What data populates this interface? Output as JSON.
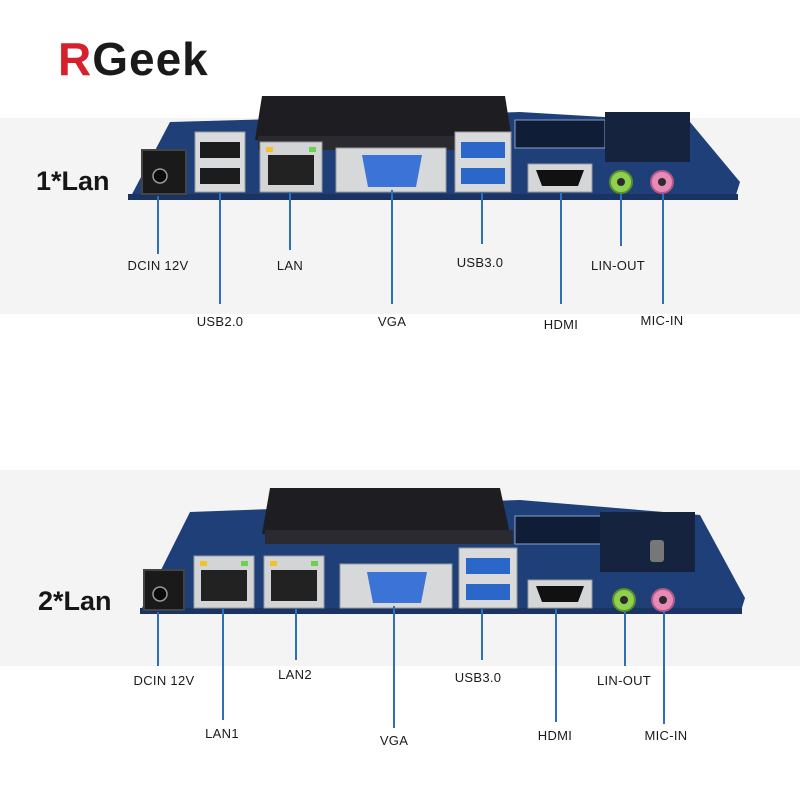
{
  "brand": {
    "logo_r": "R",
    "logo_rest": "Geek"
  },
  "panels": [
    {
      "variant_label": "1*Lan",
      "ports": [
        {
          "label": "DCIN 12V"
        },
        {
          "label": "USB2.0"
        },
        {
          "label": "LAN"
        },
        {
          "label": "VGA"
        },
        {
          "label": "USB3.0"
        },
        {
          "label": "HDMI"
        },
        {
          "label": "LIN-OUT"
        },
        {
          "label": "MIC-IN"
        }
      ]
    },
    {
      "variant_label": "2*Lan",
      "ports": [
        {
          "label": "DCIN 12V"
        },
        {
          "label": "LAN1"
        },
        {
          "label": "LAN2"
        },
        {
          "label": "VGA"
        },
        {
          "label": "USB3.0"
        },
        {
          "label": "HDMI"
        },
        {
          "label": "LIN-OUT"
        },
        {
          "label": "MIC-IN"
        }
      ]
    }
  ],
  "colors": {
    "brand_red": "#d6202b",
    "leader_blue": "#2f6fb6",
    "pcb_blue": "#1f3f78",
    "heatsink": "#1e1e22",
    "usb3_blue": "#2b66c9",
    "vga_blue": "#3b73d6",
    "jack_green": "#8fd14f",
    "jack_pink": "#e88ab8"
  }
}
